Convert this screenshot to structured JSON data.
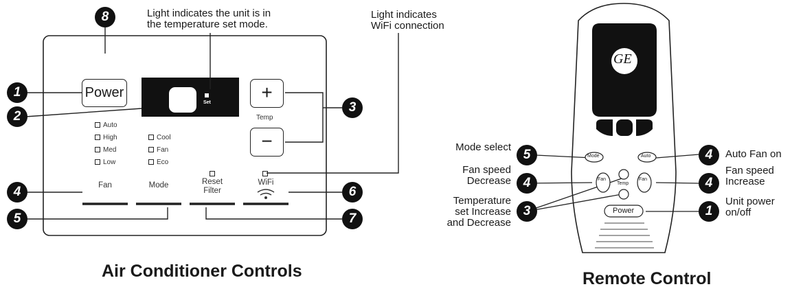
{
  "panel": {
    "title": "Air Conditioner Controls",
    "power_label": "Power",
    "set_label": "Set",
    "temp_label": "Temp",
    "plus_symbol": "+",
    "minus_symbol": "−",
    "fan_speeds": [
      "Auto",
      "High",
      "Med",
      "Low"
    ],
    "modes": [
      "Cool",
      "Fan",
      "Eco"
    ],
    "button_labels": {
      "fan": "Fan",
      "mode": "Mode",
      "reset_filter_line1": "Reset",
      "reset_filter_line2": "Filter",
      "wifi": "WiFi"
    }
  },
  "annotations": {
    "set_mode_light_line1": "Light indicates the unit is in",
    "set_mode_light_line2": "the temperature set mode.",
    "wifi_light_line1": "Light indicates",
    "wifi_light_line2": "WiFi connection"
  },
  "callouts": {
    "panel": [
      "1",
      "2",
      "3",
      "4",
      "5",
      "6",
      "7",
      "8"
    ],
    "remote": [
      "5",
      "4",
      "3",
      "4",
      "4",
      "1"
    ]
  },
  "remote": {
    "title": "Remote Control",
    "logo": "GE",
    "buttons": {
      "mode": "Mode",
      "auto": "Auto",
      "fan_left": "Fan",
      "fan_right": "Fan",
      "temp": "Temp",
      "power": "Power"
    },
    "left_labels": {
      "mode_select": "Mode select",
      "fan_decrease_line1": "Fan speed",
      "fan_decrease_line2": "Decrease",
      "temp_line1": "Temperature",
      "temp_line2": "set Increase",
      "temp_line3": "and Decrease"
    },
    "right_labels": {
      "auto_fan": "Auto Fan on",
      "fan_increase_line1": "Fan speed",
      "fan_increase_line2": "Increase",
      "power_line1": "Unit power",
      "power_line2": "on/off"
    }
  }
}
